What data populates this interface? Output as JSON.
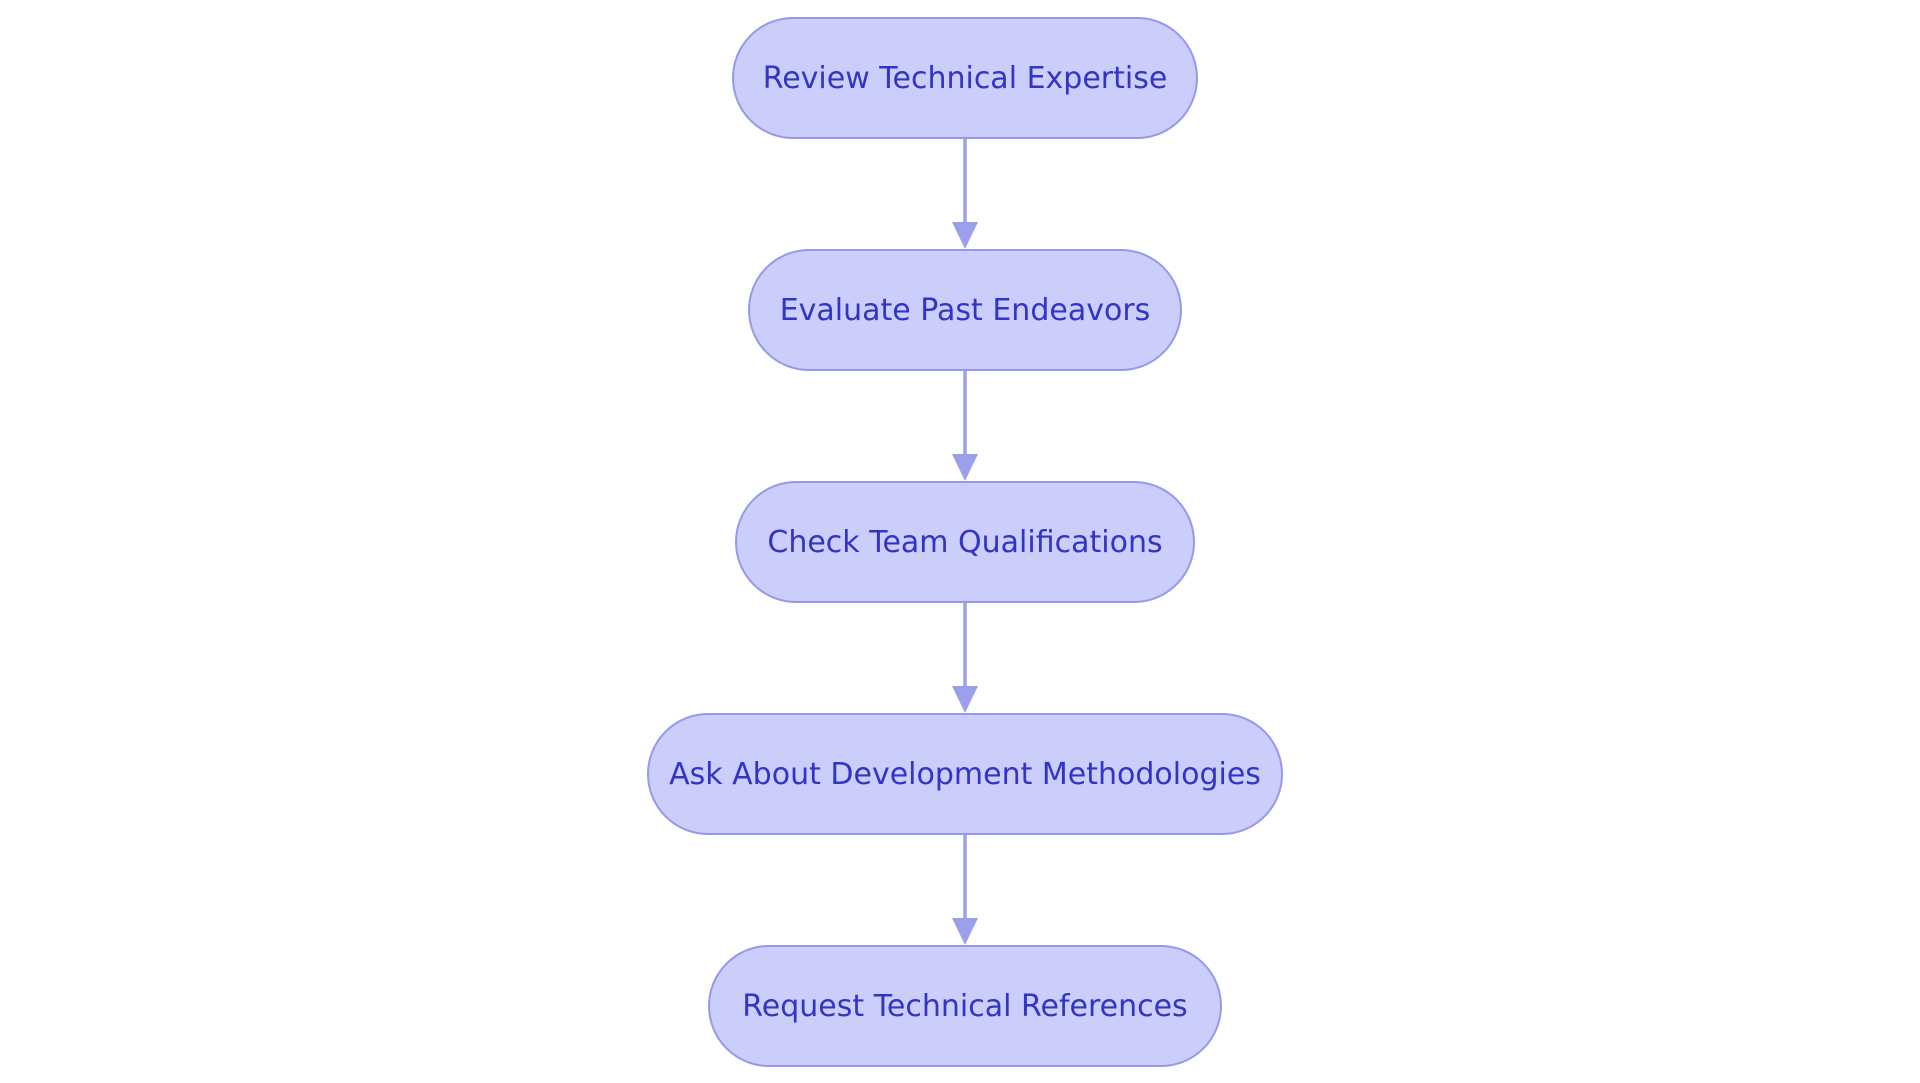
{
  "diagram": {
    "type": "flowchart",
    "colors": {
      "node_fill": "#cbcdfb",
      "node_border": "#9499ea",
      "node_text": "#3035c4",
      "edge": "#9ba0ec"
    },
    "nodes": [
      {
        "id": "review",
        "label": "Review Technical Expertise"
      },
      {
        "id": "evaluate",
        "label": "Evaluate Past Endeavors"
      },
      {
        "id": "check",
        "label": "Check Team Qualifications"
      },
      {
        "id": "ask",
        "label": "Ask About Development Methodologies"
      },
      {
        "id": "request",
        "label": "Request Technical References"
      }
    ],
    "edges": [
      {
        "from": "review",
        "to": "evaluate"
      },
      {
        "from": "evaluate",
        "to": "check"
      },
      {
        "from": "check",
        "to": "ask"
      },
      {
        "from": "ask",
        "to": "request"
      }
    ]
  }
}
